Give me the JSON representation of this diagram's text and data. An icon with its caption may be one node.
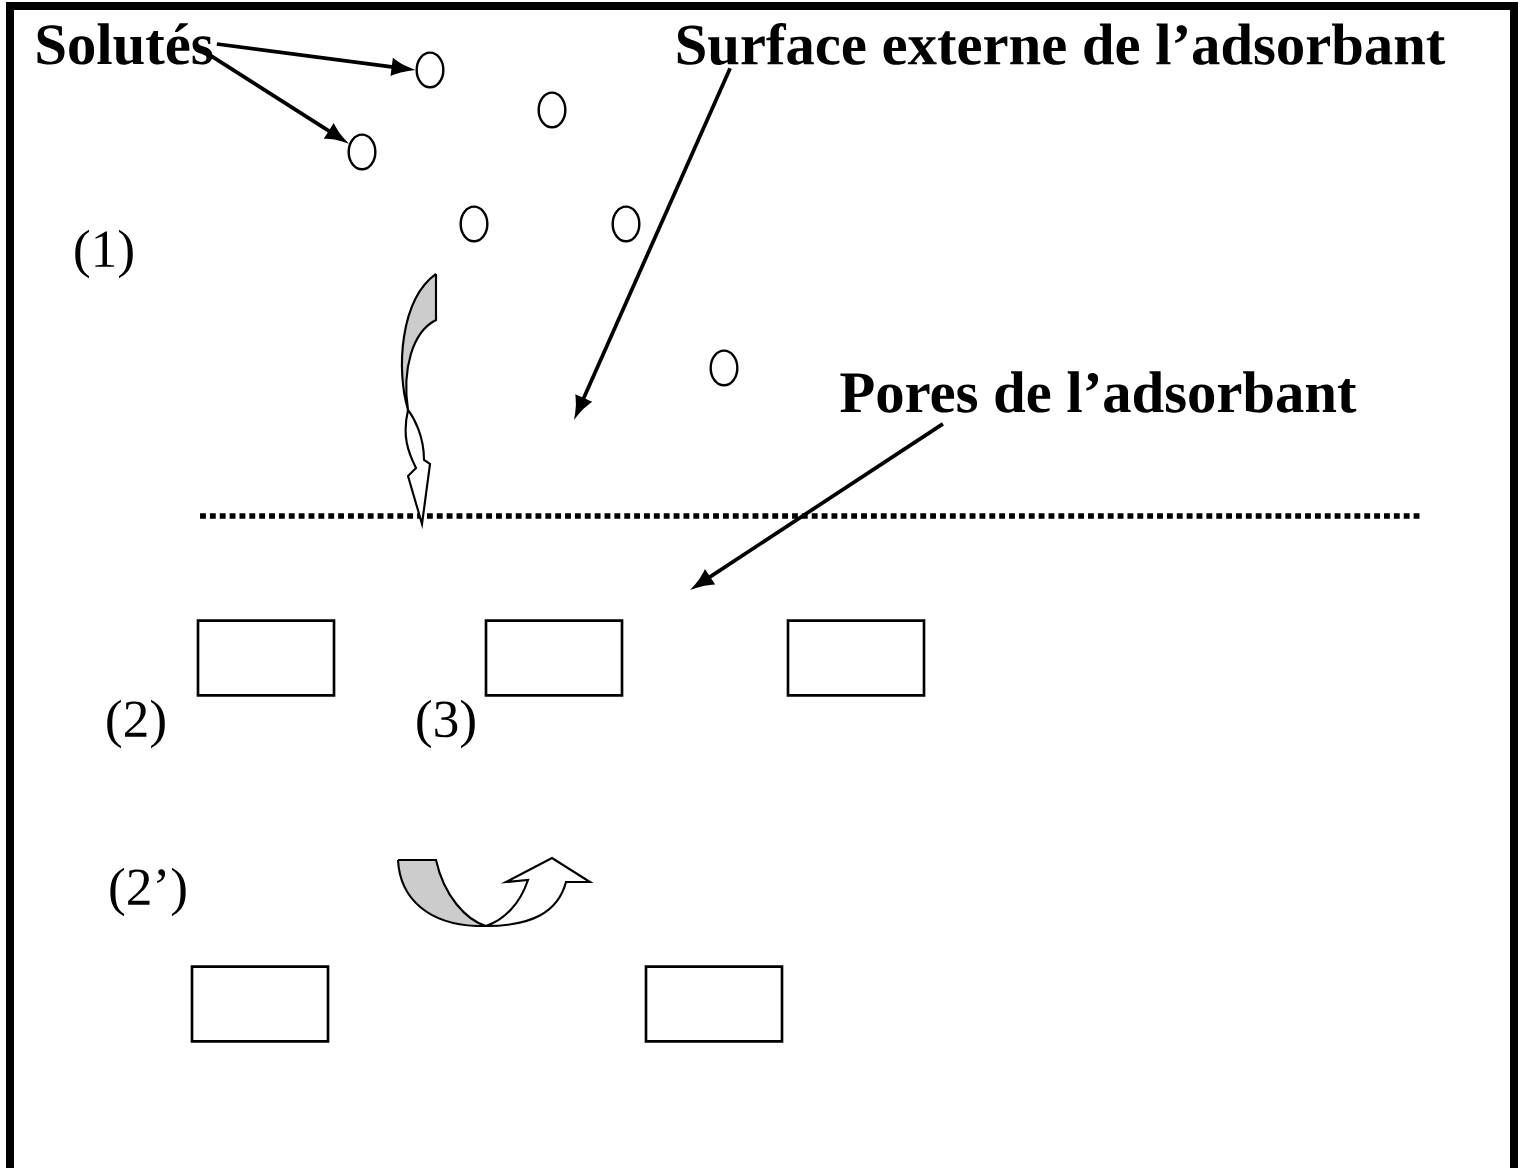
{
  "diagram": {
    "nodes": [
      {
        "text": [
          "Solutés"
        ]
      },
      {
        "text": [],
        "shape": "circle"
      },
      {
        "text": [],
        "shape": "circle"
      },
      {
        "text": [],
        "shape": "circle"
      },
      {
        "text": [],
        "shape": "circle"
      },
      {
        "text": [],
        "shape": "circle"
      },
      {
        "text": [],
        "shape": "circle"
      },
      {
        "text": [
          "Surface externe de l’adsorbant"
        ]
      },
      {
        "text": [
          "Pores de l’adsorbant"
        ]
      },
      {
        "text": [],
        "shape": "box"
      },
      {
        "text": [],
        "shape": "box"
      },
      {
        "text": [],
        "shape": "box"
      },
      {
        "text": [],
        "shape": "box"
      },
      {
        "text": [],
        "shape": "box"
      }
    ],
    "edges": [
      {
        "from": 0,
        "to": 1,
        "arrow": "to"
      },
      {
        "from": 0,
        "to": 2,
        "arrow": "to"
      },
      {
        "from": 7,
        "to": null,
        "arrow": "to"
      },
      {
        "from": 8,
        "to": null,
        "arrow": "to"
      }
    ],
    "labels": [
      "(1)",
      "(2)",
      "(3)",
      "(2’)"
    ]
  }
}
